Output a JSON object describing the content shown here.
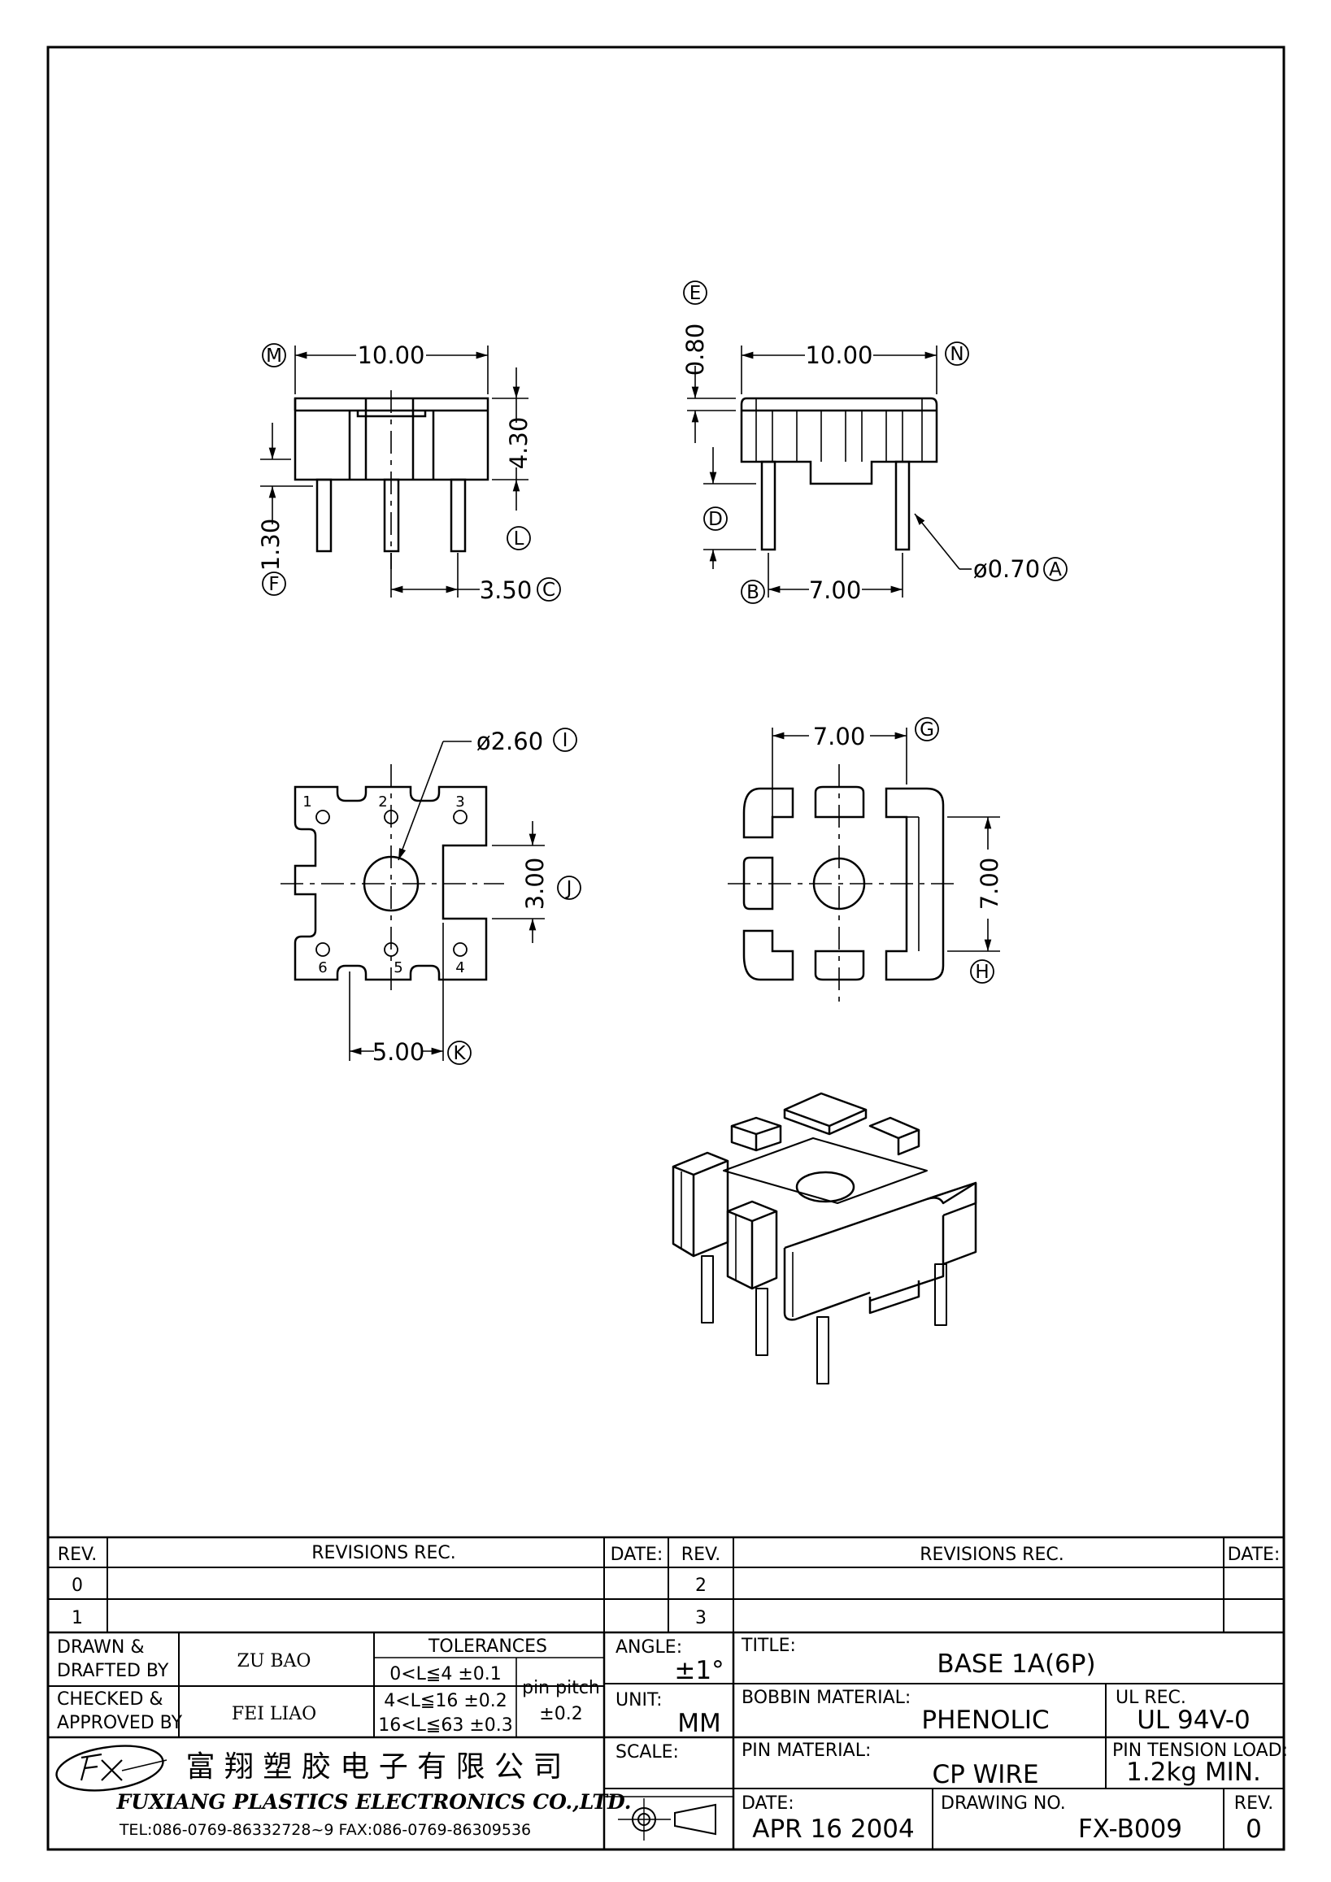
{
  "drawing": {
    "views": {
      "front_left": {
        "width_dim": "10.00",
        "height_dim": "4.30",
        "pin_len_dim": "1.30",
        "pitch_dim": "3.50",
        "callouts": [
          "M",
          "L",
          "F",
          "C"
        ]
      },
      "front_right": {
        "width_dim": "10.00",
        "top_dim": "0.80",
        "pin_spacing_dim": "7.00",
        "pin_dia_dim": "ø0.70",
        "callouts": [
          "E",
          "N",
          "D",
          "B",
          "A"
        ]
      },
      "bottom_left": {
        "hole_dia_dim": "ø2.60",
        "slot_dim": "3.00",
        "spacing_dim": "5.00",
        "callouts": [
          "I",
          "J",
          "K"
        ],
        "pin_numbers": [
          "1",
          "2",
          "3",
          "4",
          "5",
          "6"
        ]
      },
      "bottom_right": {
        "width_dim": "7.00",
        "height_dim": "7.00",
        "callouts": [
          "G",
          "H"
        ]
      }
    }
  },
  "revisions": {
    "left_header": {
      "rev": "REV.",
      "revisions": "REVISIONS  REC.",
      "date": "DATE:"
    },
    "right_header": {
      "rev": "REV.",
      "revisions": "REVISIONS  REC.",
      "date": "DATE:"
    },
    "left_rows": [
      "0",
      "1"
    ],
    "right_rows": [
      "2",
      "3"
    ]
  },
  "title_block": {
    "drawn_label_1": "DRAWN &",
    "drawn_label_2": "DRAFTED BY",
    "drawn_value": "ZU  BAO",
    "checked_label_1": "CHECKED &",
    "checked_label_2": "APPROVED BY",
    "checked_value": "FEI LIAO",
    "tolerances_label": "TOLERANCES",
    "tolerance_rows": [
      "0<L≦4   ±0.1",
      "4<L≦16  ±0.2",
      "16<L≦63  ±0.3"
    ],
    "pin_pitch_label": "pin pitch",
    "pin_pitch_value": "±0.2",
    "angle_label": "ANGLE:",
    "angle_value": "±1°",
    "unit_label": "UNIT:",
    "unit_value": "MM",
    "scale_label": "SCALE:",
    "title_label": "TITLE:",
    "title_value": "BASE  1A(6P)",
    "bobbin_label": "BOBBIN MATERIAL:",
    "bobbin_value": "PHENOLIC",
    "ul_label": "UL REC.",
    "ul_value": "UL  94V-0",
    "pin_material_label": "PIN  MATERIAL:",
    "pin_material_value": "CP  WIRE",
    "pin_tension_label": "PIN TENSION  LOAD:",
    "pin_tension_value": "1.2kg  MIN.",
    "date_label": "DATE:",
    "date_value": "APR  16  2004",
    "drawing_no_label": "DRAWING  NO.",
    "drawing_no_value": "FX-B009",
    "rev_label": "REV.",
    "rev_value": "0",
    "company_cn": "富 翔 塑 胶 电 子 有 限 公 司",
    "company_en": "FUXIANG  PLASTICS  ELECTRONICS  CO.,LTD.",
    "company_contact": "TEL:086-0769-86332728~9  FAX:086-0769-86309536"
  }
}
